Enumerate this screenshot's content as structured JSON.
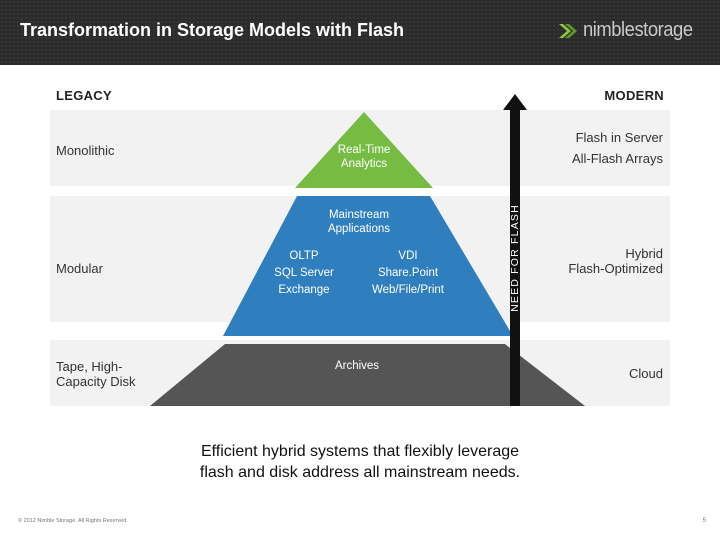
{
  "header": {
    "title": "Transformation in Storage Models with Flash",
    "logo_text": "nimblestorage",
    "logo_icon": "nimble-chevron-icon"
  },
  "columns": {
    "legacy": "LEGACY",
    "modern": "MODERN"
  },
  "left_labels": {
    "monolithic": "Monolithic",
    "modular": "Modular",
    "tape_line1": "Tape, High-",
    "tape_line2": "Capacity Disk"
  },
  "right_labels": {
    "flash_server": "Flash in Server",
    "all_flash": "All-Flash Arrays",
    "hybrid_line1": "Hybrid",
    "hybrid_line2": "Flash-Optimized",
    "cloud": "Cloud"
  },
  "pyramid": {
    "top_line1": "Real-Time",
    "top_line2": "Analytics",
    "mid_line1": "Mainstream",
    "mid_line2": "Applications",
    "oltp": [
      "OLTP",
      "SQL Server",
      "Exchange"
    ],
    "vdi": [
      "VDI",
      "Share.Point",
      "Web/File/Print"
    ],
    "bottom": "Archives"
  },
  "arrow_label": "NEED FOR FLASH",
  "caption": {
    "line1": "Efficient hybrid systems that flexibly leverage",
    "line2": "flash and disk address all mainstream needs."
  },
  "footer": {
    "copyright": "© 2012 Nimble Storage. All Rights Reserved.",
    "page_number": "5"
  },
  "colors": {
    "header_bg": "#2b2b2b",
    "top_green": "#76bc43",
    "middle_blue": "#2f7fbf",
    "bottom_gray": "#555555",
    "band_gray": "#f2f2f2",
    "arrow_black": "#111111"
  }
}
